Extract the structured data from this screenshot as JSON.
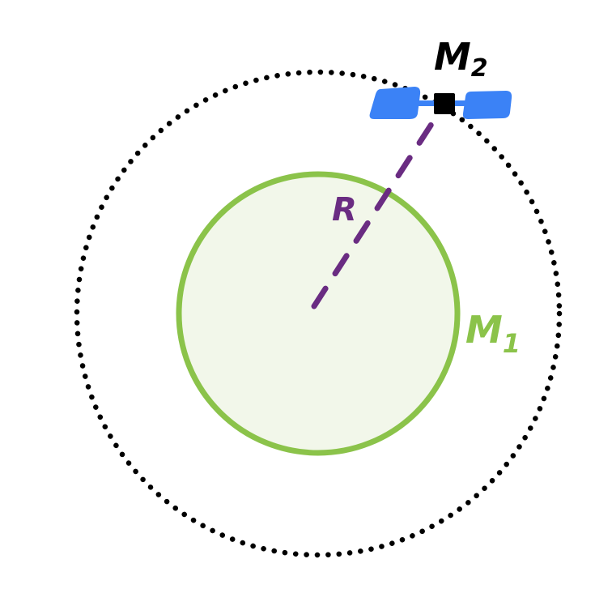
{
  "labels": {
    "planet_mass": "M",
    "planet_mass_sub": "1",
    "satellite_mass": "M",
    "satellite_mass_sub": "2",
    "radius": "R"
  },
  "colors": {
    "planet_stroke": "#8bc34a",
    "planet_fill": "#f2f7ea",
    "orbit": "#000000",
    "radius_line": "#6a2c82",
    "solar_panel": "#3b82f6",
    "satellite_body": "#000000",
    "label_text": "#000000"
  },
  "icons": {
    "satellite": "satellite-icon"
  }
}
